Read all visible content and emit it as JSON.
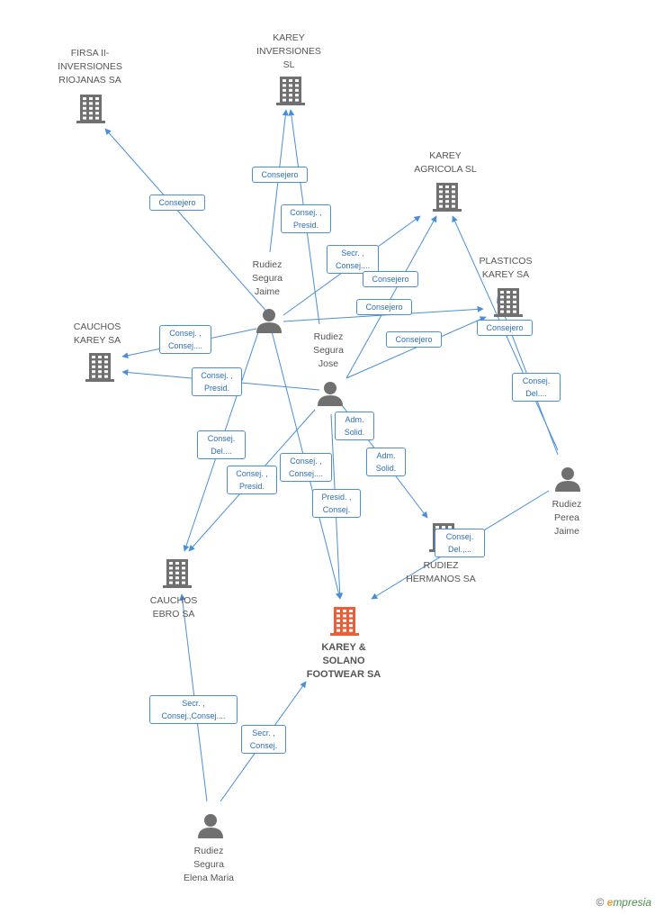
{
  "colors": {
    "edge": "#4a8fd6",
    "company": "#707070",
    "company_main": "#e8603a",
    "person": "#707070"
  },
  "nodes": {
    "firsa": {
      "label": "FIRSA II-\nINVERSIONES\nRIOJANAS SA",
      "icon": "building-icon"
    },
    "karey_inv": {
      "label": "KAREY\nINVERSIONES\nSL",
      "icon": "building-icon"
    },
    "karey_agr": {
      "label": "KAREY\nAGRICOLA SL",
      "icon": "building-icon"
    },
    "plasticos": {
      "label": "PLASTICOS\nKAREY SA",
      "icon": "building-icon"
    },
    "cauchos_karey": {
      "label": "CAUCHOS\nKAREY SA",
      "icon": "building-icon"
    },
    "rudiez_jaime": {
      "label": "Rudiez\nSegura\nJaime",
      "icon": "person-icon"
    },
    "rudiez_jose": {
      "label": "Rudiez\nSegura\nJose",
      "icon": "person-icon"
    },
    "rudiez_perea": {
      "label": "Rudiez\nPerea\nJaime",
      "icon": "person-icon"
    },
    "rudiez_hermanos": {
      "label": "RUDIEZ\nHERMANOS SA",
      "icon": "building-icon"
    },
    "cauchos_ebro": {
      "label": "CAUCHOS\nEBRO SA",
      "icon": "building-icon"
    },
    "karey_solano": {
      "label": "KAREY &\nSOLANO\nFOOTWEAR SA",
      "icon": "building-icon"
    },
    "elena": {
      "label": "Rudiez\nSegura\nElena Maria",
      "icon": "person-icon"
    }
  },
  "edge_labels": {
    "e1": "Consejero",
    "e2": "Consejero",
    "e3": "Consej. ,\nPresid.",
    "e4": "Secr. ,\nConsej....",
    "e5": "Consejero",
    "e6": "Consejero",
    "e7": "Consejero",
    "e8": "Consejero",
    "e9": "Consej. ,\nConsej....",
    "e10": "Consej. ,\nPresid.",
    "e11": "Consej.\nDel....",
    "e12": "Adm.\nSolid.",
    "e13": "Adm.\nSolid.",
    "e14": "Consej. ,\nPresid.",
    "e15": "Consej. ,\nConsej....",
    "e16": "Presid. ,\nConsej.",
    "e17": "Consej.\nDel....",
    "e18": "Consej.\nDel.,...",
    "e19": "Secr. ,\nConsej.,Consej....",
    "e20": "Secr. ,\nConsej."
  },
  "brand": {
    "copyright": "©",
    "e": "e",
    "rest": "mpresia"
  }
}
